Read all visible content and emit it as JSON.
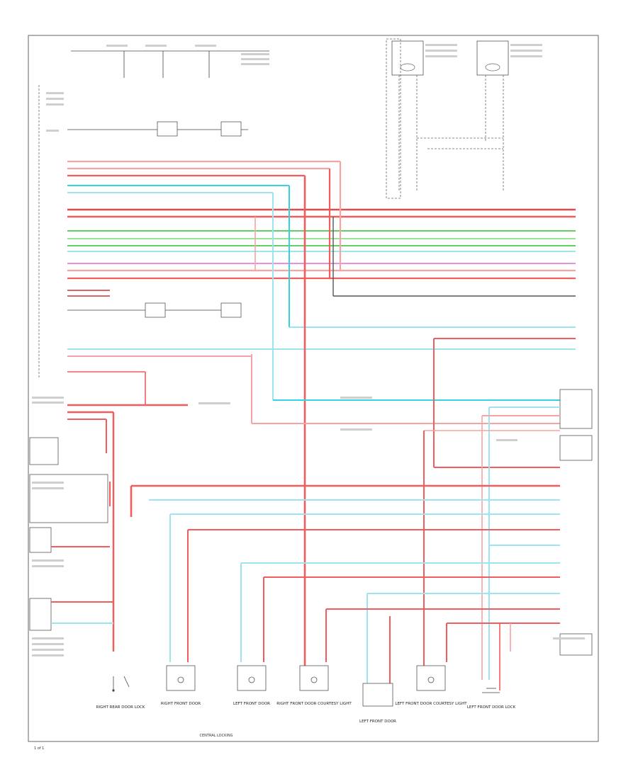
{
  "diagram": {
    "wire_colors": {
      "red": "#f25c5c",
      "red_light": "#f7a3a3",
      "pink": "#f7b6b6",
      "cyan": "#35d2e0",
      "light_blue": "#9ee4ee",
      "green": "#4cc94c",
      "magenta": "#e04ce0",
      "dark": "#555555"
    },
    "page_number": "1 of 1",
    "components": [
      {
        "id": "c1",
        "name": "RIGHT REAR DOOR LOCK"
      },
      {
        "id": "c2",
        "name": "RIGHT FRONT DOOR"
      },
      {
        "id": "c3",
        "name": "LEFT FRONT DOOR"
      },
      {
        "id": "c4",
        "name": "RIGHT FRONT DOOR COURTESY LIGHT"
      },
      {
        "id": "c5",
        "name": "LEFT FRONT DOOR"
      },
      {
        "id": "c6",
        "name": "LEFT FRONT DOOR COURTESY LIGHT"
      },
      {
        "id": "c7",
        "name": "LEFT FRONT DOOR LOCK"
      }
    ],
    "footer": "CENTRAL LOCKING"
  }
}
